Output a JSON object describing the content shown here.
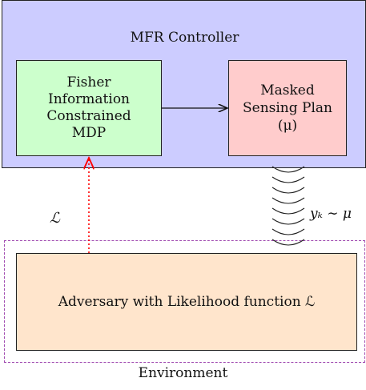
{
  "controller": {
    "label": "MFR Controller"
  },
  "fisher": {
    "lines": [
      "Fisher",
      "Information",
      "Constrained",
      "MDP"
    ]
  },
  "plan": {
    "lines": [
      "Masked",
      "Sensing Plan",
      "(μ)"
    ]
  },
  "adversary": {
    "label": "Adversary with Likelihood function ℒ"
  },
  "environment": {
    "label": "Environment"
  },
  "feedback": {
    "label": "ℒ"
  },
  "observation": {
    "label": "yₖ ∼ μ"
  },
  "colors": {
    "controller": "#ccccff",
    "fisher": "#ccffcc",
    "plan": "#ffcccc",
    "adversary": "#ffe5cc",
    "environment_border": "#a04ab0",
    "feedback_arrow": "#ff0000"
  }
}
